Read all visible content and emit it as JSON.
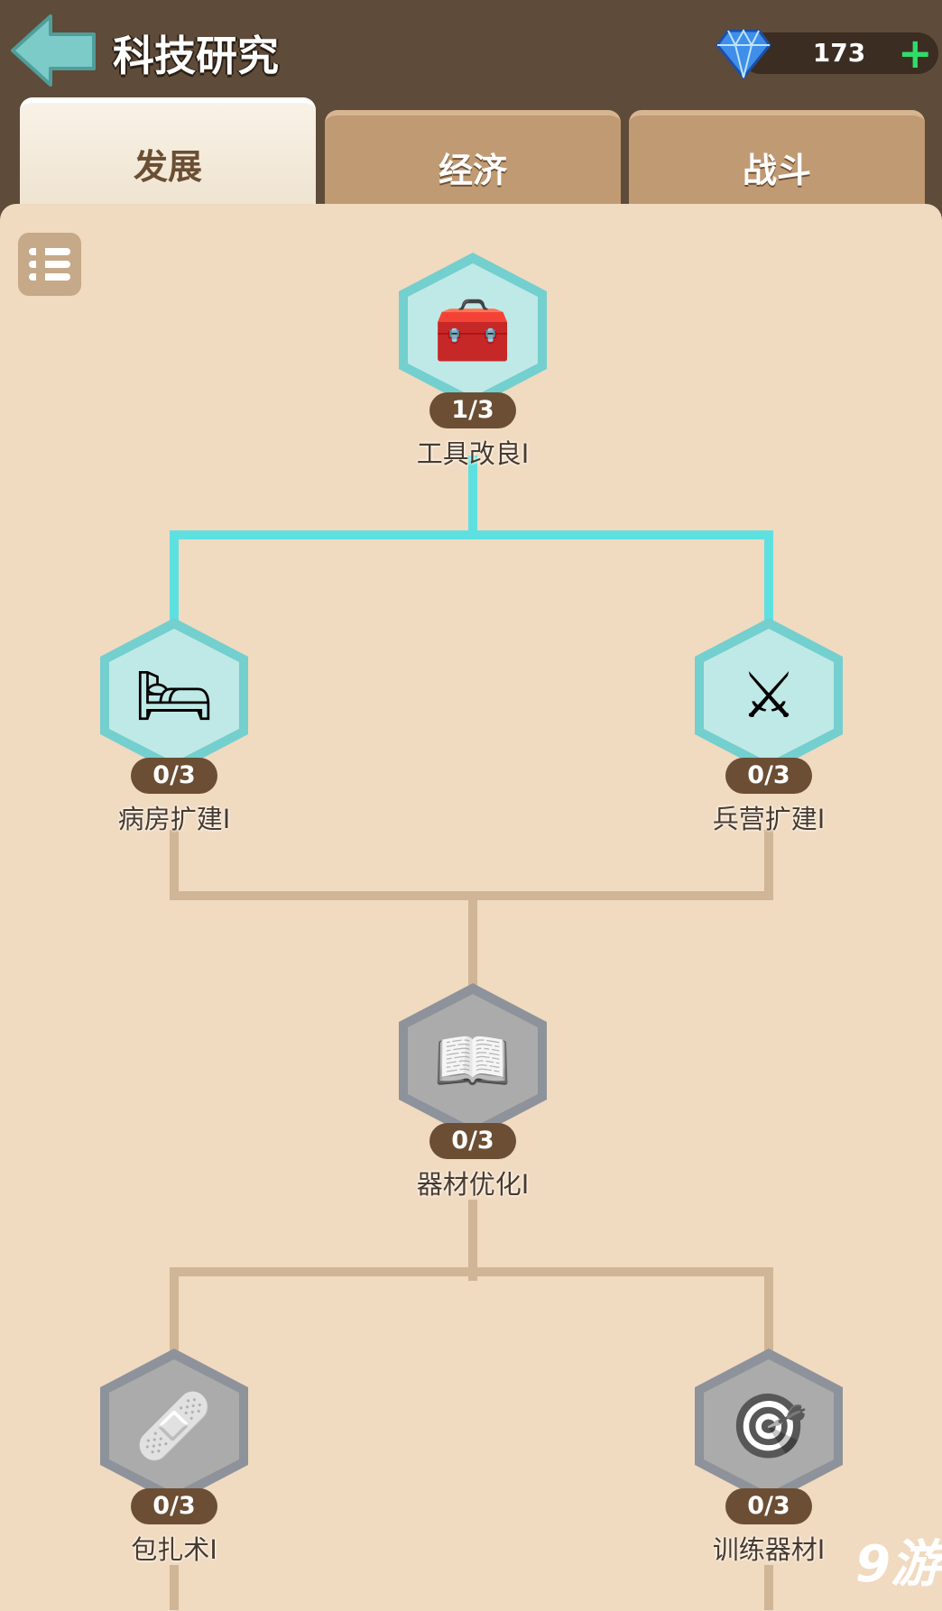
{
  "header": {
    "title": "科技研究",
    "gems": "173"
  },
  "tabs": [
    {
      "label": "发展",
      "active": true
    },
    {
      "label": "经济",
      "active": false
    },
    {
      "label": "战斗",
      "active": false
    }
  ],
  "nodes": [
    {
      "name": "工具改良I",
      "progress": "1/3",
      "icon": "toolbox-icon",
      "unlocked": true
    },
    {
      "name": "病房扩建I",
      "progress": "0/3",
      "icon": "hospital-bed-icon",
      "unlocked": true
    },
    {
      "name": "兵营扩建I",
      "progress": "0/3",
      "icon": "barracks-knights-icon",
      "unlocked": true
    },
    {
      "name": "器材优化I",
      "progress": "0/3",
      "icon": "book-quill-icon",
      "unlocked": false
    },
    {
      "name": "包扎术I",
      "progress": "0/3",
      "icon": "bandage-icon",
      "unlocked": false
    },
    {
      "name": "训练器材I",
      "progress": "0/3",
      "icon": "training-dummy-icon",
      "unlocked": false
    }
  ],
  "watermark": "9游",
  "colors": {
    "header": "#5f4b39",
    "panel": "#f0dac0",
    "active_line": "#5fe0e0",
    "inactive_line": "#d0b596"
  }
}
